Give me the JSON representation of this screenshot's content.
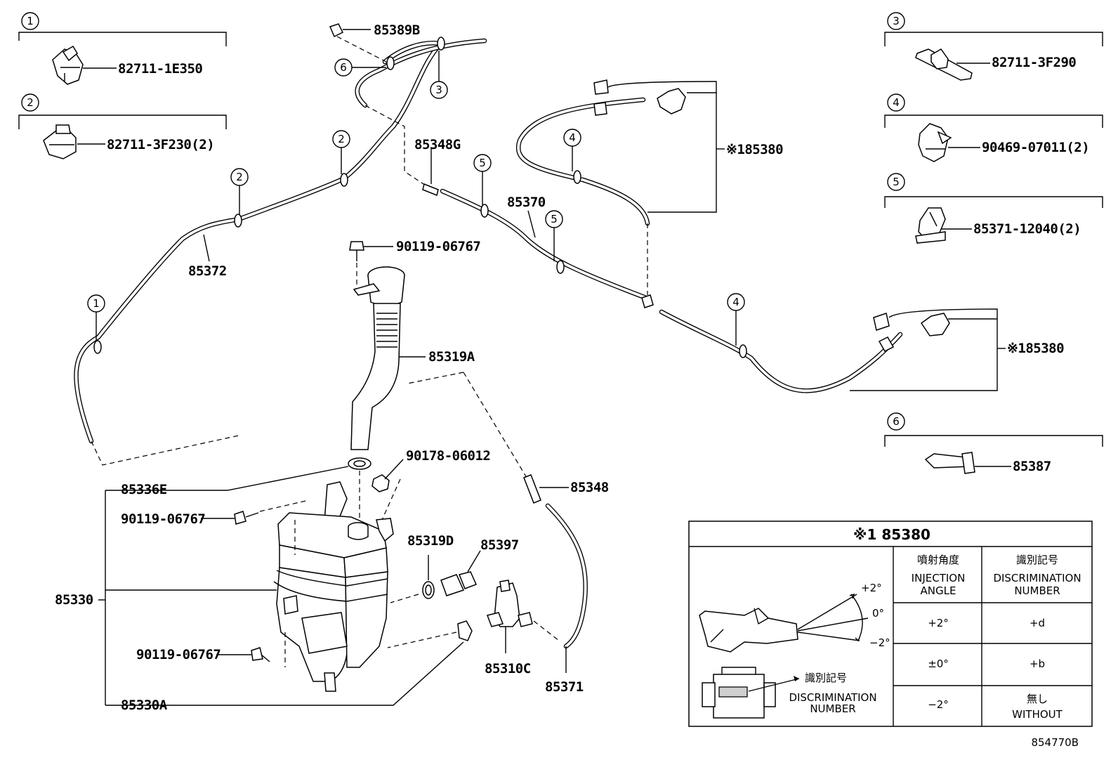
{
  "legend": [
    {
      "num": "1",
      "part": "82711-1E350"
    },
    {
      "num": "2",
      "part": "82711-3F230(2)"
    },
    {
      "num": "3",
      "part": "82711-3F290"
    },
    {
      "num": "4",
      "part": "90469-07011(2)"
    },
    {
      "num": "5",
      "part": "85371-12040(2)"
    },
    {
      "num": "6",
      "part": "85387"
    }
  ],
  "callouts": {
    "c1": "1",
    "c2": "2",
    "c3": "3",
    "c4": "4",
    "c5": "5",
    "c6": "6"
  },
  "labels": {
    "p85389B": "85389B",
    "p85348G": "85348G",
    "p85370": "85370",
    "p85372": "85372",
    "p85380a": "※185380",
    "p85380b": "※185380",
    "p90119a": "90119-06767",
    "p85319A": "85319A",
    "p90178": "90178-06012",
    "p85336E": "85336E",
    "p90119b": "90119-06767",
    "p85348": "85348",
    "p85319D": "85319D",
    "p85397": "85397",
    "p85330": "85330",
    "p90119c": "90119-06767",
    "p85310C": "85310C",
    "p85371": "85371",
    "p85330A": "85330A",
    "drawing_no": "854770B"
  },
  "table": {
    "title": "※1 85380",
    "col1_jp": "噴射角度",
    "col1_en1": "INJECTION",
    "col1_en2": "ANGLE",
    "col2_jp": "識別記号",
    "col2_en1": "DISCRIMINATION",
    "col2_en2": "NUMBER",
    "angle_plus": "+2°",
    "angle_zero": "0°",
    "angle_minus": "−2°",
    "disc_jp": "識別記号",
    "disc_en1": "DISCRIMINATION",
    "disc_en2": "NUMBER",
    "rows": [
      {
        "angle": "+2°",
        "mark": "+d",
        "mark2": ""
      },
      {
        "angle": "±0°",
        "mark": "+b",
        "mark2": ""
      },
      {
        "angle": "−2°",
        "mark": "無し",
        "mark2": "WITHOUT"
      }
    ]
  }
}
